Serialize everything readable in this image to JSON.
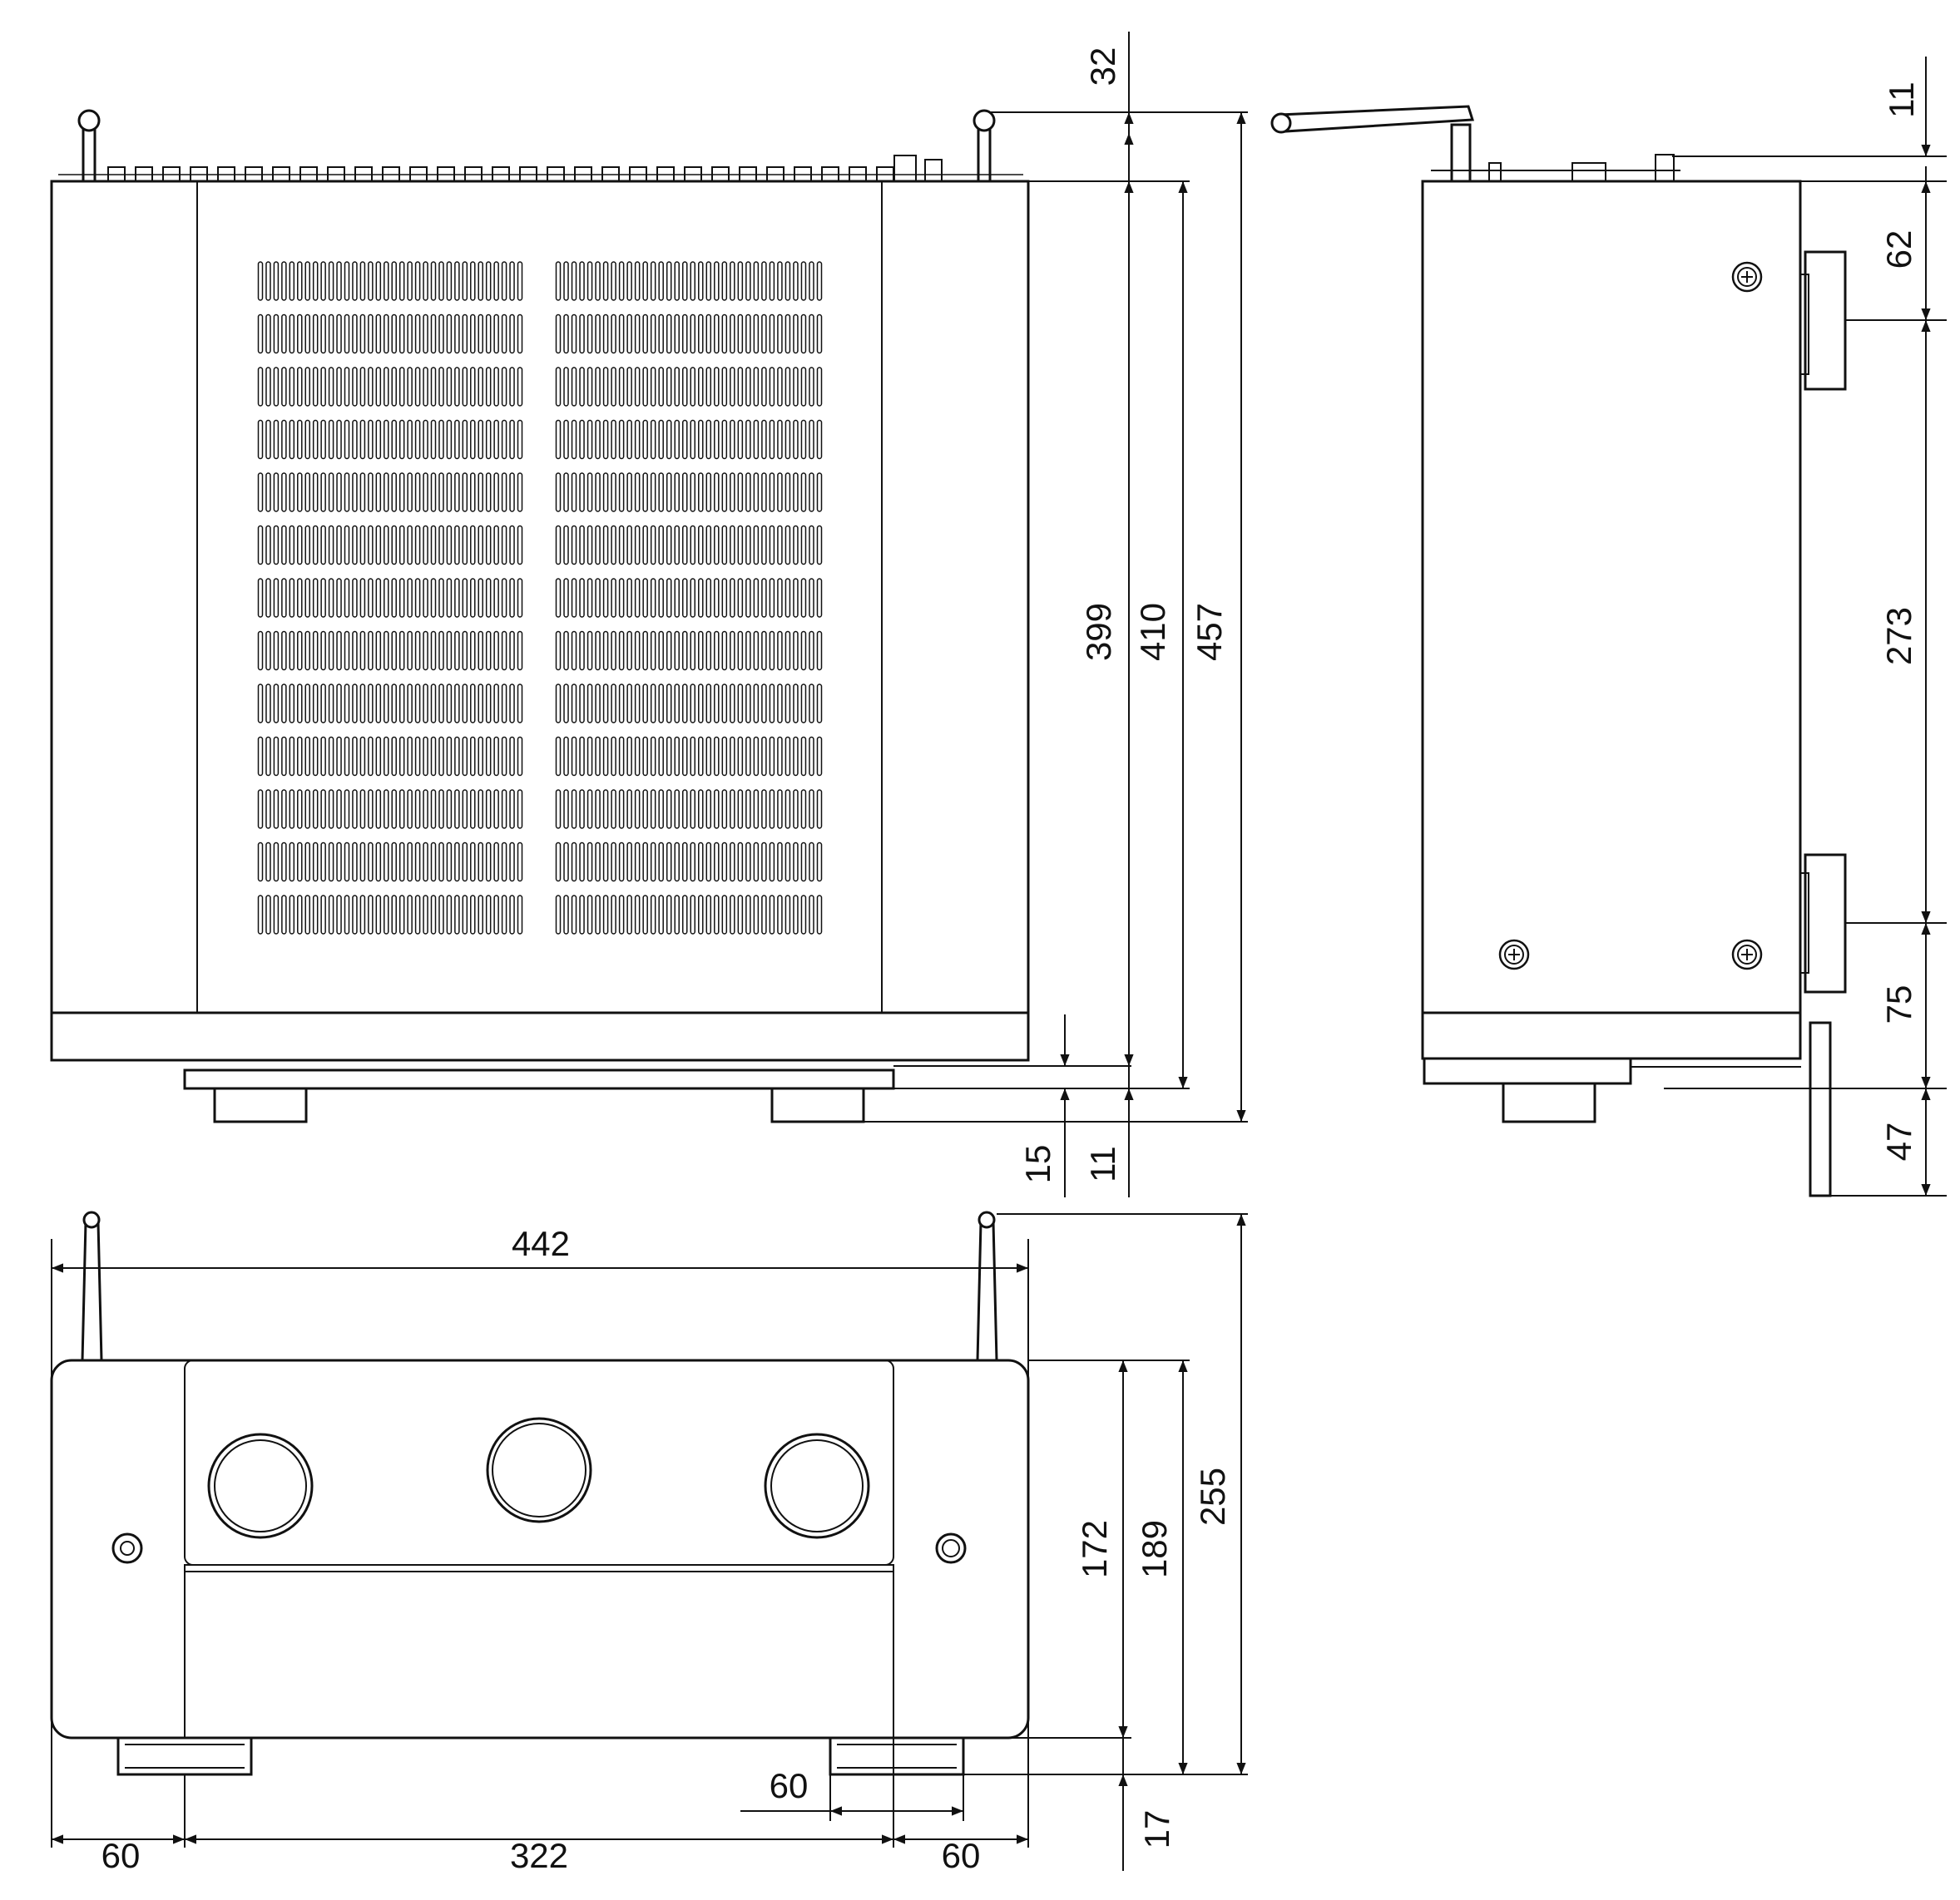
{
  "views": {
    "top": {
      "dimensions": {
        "antenna_top": "32",
        "depth_body": "399",
        "depth_with_knobs": "410",
        "depth_overall": "457",
        "front_projection": "15",
        "knob_projection": "11"
      }
    },
    "side": {
      "dimensions": {
        "terminal_height": "11",
        "foot_rear_offset": "62",
        "foot_spacing": "273",
        "foot_front_offset": "75",
        "front_knob_depth": "47"
      }
    },
    "front": {
      "dimensions": {
        "overall_width": "442",
        "body_height": "172",
        "height_with_feet": "189",
        "overall_height": "255",
        "foot_height": "17",
        "foot_width": "60",
        "foot_offset_left": "60",
        "foot_spacing": "322",
        "foot_offset_right": "60"
      }
    }
  }
}
